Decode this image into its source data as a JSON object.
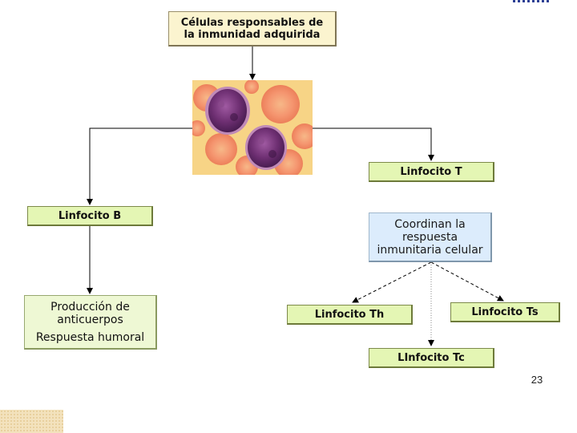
{
  "title": [
    "Células responsables de",
    "la inmunidad adquirida"
  ],
  "lymphocyte_b": "Linfocito B",
  "lymphocyte_t": "Linfocito T",
  "antibody_box": {
    "line1": "Producción de",
    "line2": "anticuerpos",
    "line3": "Respuesta humoral"
  },
  "coordinate_box": [
    "Coordinan la",
    "respuesta",
    "inmunitaria celular"
  ],
  "lymphocyte_th": "Linfocito Th",
  "lymphocyte_ts": "Linfocito Ts",
  "lymphocyte_tc": "LInfocito Tc",
  "page_number": "23",
  "colors": {
    "box_green": "#e4f6b4",
    "title_fill": "#fbf4cf",
    "coord_fill": "#dcecfc",
    "image_background": "#f7d486",
    "line": "#000000"
  }
}
